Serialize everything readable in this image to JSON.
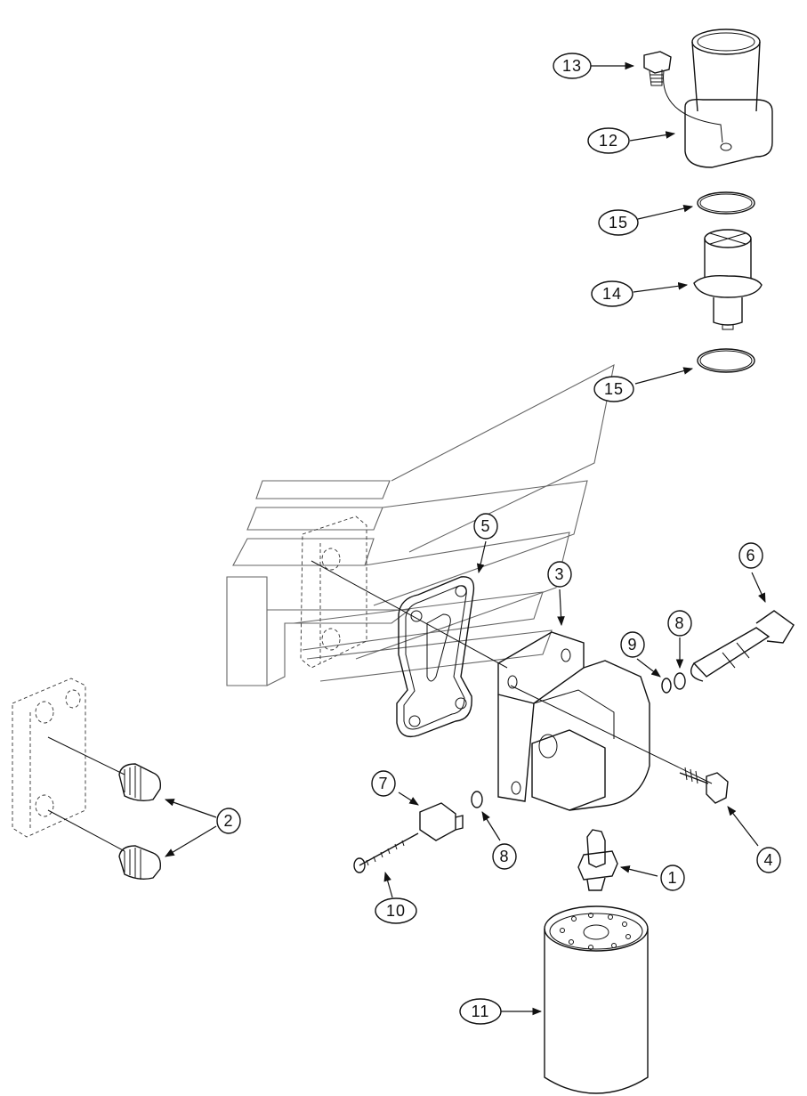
{
  "callouts": [
    {
      "id": "c13",
      "label": "13"
    },
    {
      "id": "c12",
      "label": "12"
    },
    {
      "id": "c15a",
      "label": "15"
    },
    {
      "id": "c14",
      "label": "14"
    },
    {
      "id": "c15b",
      "label": "15"
    },
    {
      "id": "c5",
      "label": "5"
    },
    {
      "id": "c3",
      "label": "3"
    },
    {
      "id": "c6",
      "label": "6"
    },
    {
      "id": "c8a",
      "label": "8"
    },
    {
      "id": "c9",
      "label": "9"
    },
    {
      "id": "c7",
      "label": "7"
    },
    {
      "id": "c2",
      "label": "2"
    },
    {
      "id": "c8b",
      "label": "8"
    },
    {
      "id": "c4",
      "label": "4"
    },
    {
      "id": "c1",
      "label": "1"
    },
    {
      "id": "c10",
      "label": "10"
    },
    {
      "id": "c11",
      "label": "11"
    }
  ]
}
